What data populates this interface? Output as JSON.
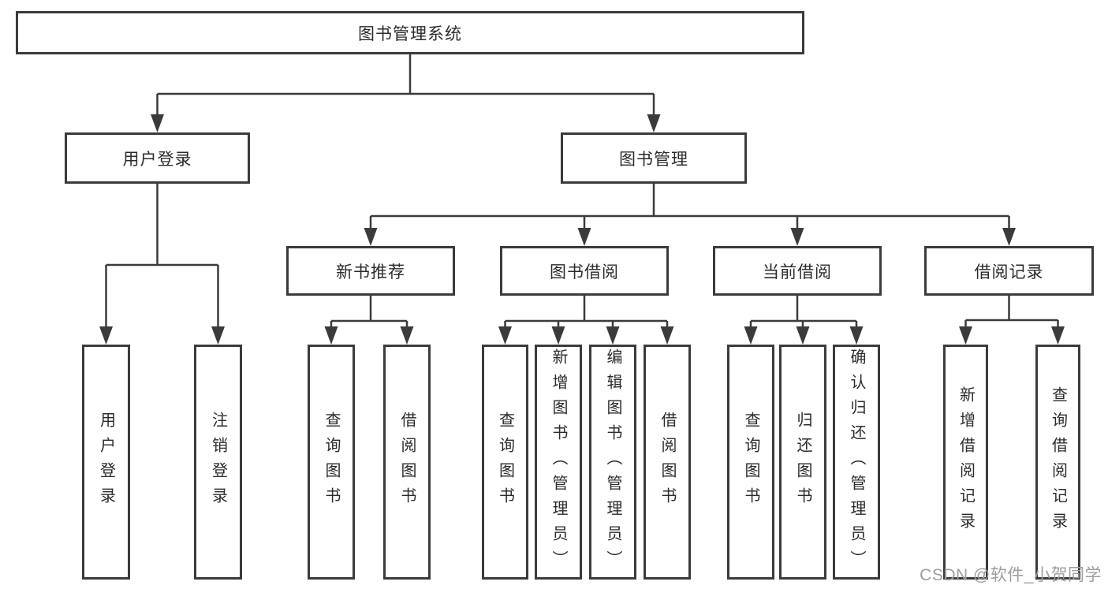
{
  "diagram_type": "hierarchy-tree",
  "colors": {
    "background": "#ffffff",
    "line": "#3b3b3b",
    "box_border": "#3b3b3b",
    "text": "#2b2b2b",
    "watermark": "#9e9e9e"
  },
  "tree": {
    "label": "图书管理系统",
    "children": [
      {
        "label": "用户登录",
        "children": [
          {
            "label": "用户登录"
          },
          {
            "label": "注销登录"
          }
        ]
      },
      {
        "label": "图书管理",
        "children": [
          {
            "label": "新书推荐",
            "children": [
              {
                "label": "查询图书"
              },
              {
                "label": "借阅图书"
              }
            ]
          },
          {
            "label": "图书借阅",
            "children": [
              {
                "label": "查询图书"
              },
              {
                "label": "新增图书（管理员）"
              },
              {
                "label": "编辑图书（管理员）"
              },
              {
                "label": "借阅图书"
              }
            ]
          },
          {
            "label": "当前借阅",
            "children": [
              {
                "label": "查询图书"
              },
              {
                "label": "归还图书"
              },
              {
                "label": "确认归还（管理员）"
              }
            ]
          },
          {
            "label": "借阅记录",
            "children": [
              {
                "label": "新增借阅记录"
              },
              {
                "label": "查询借阅记录"
              }
            ]
          }
        ]
      }
    ]
  },
  "watermark": "CSDN @软件_小贺同学"
}
